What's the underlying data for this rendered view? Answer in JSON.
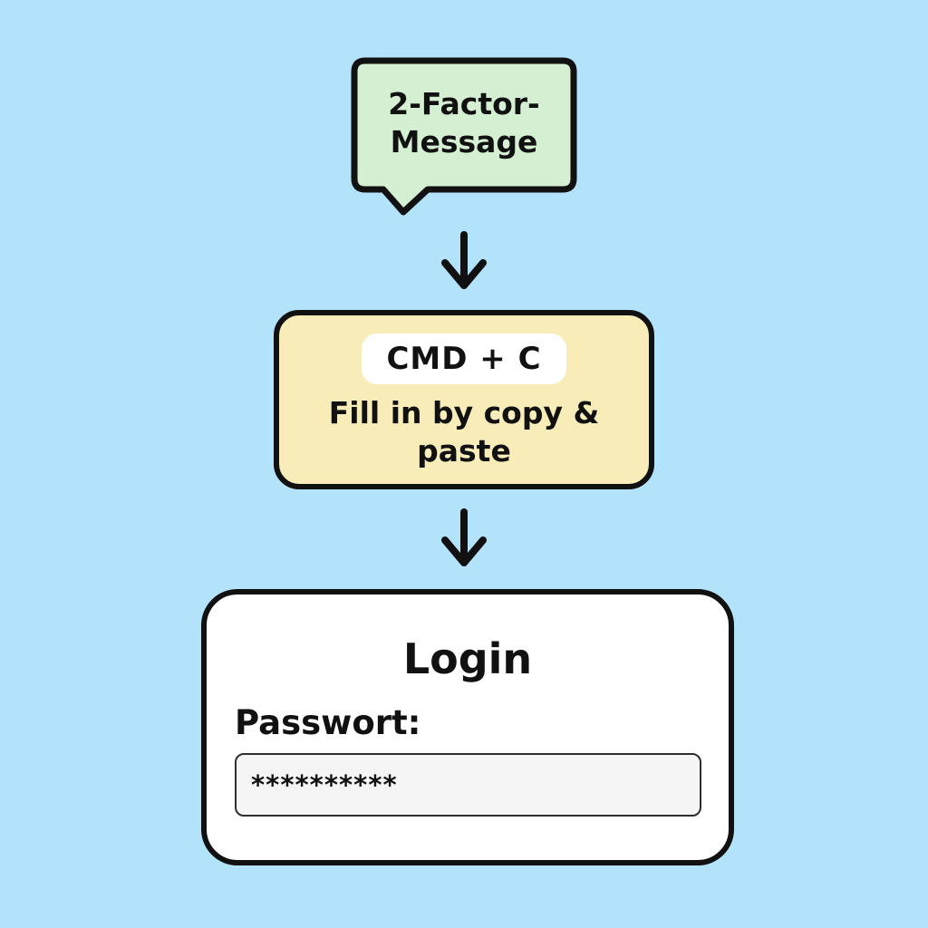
{
  "colors": {
    "background": "#b3e2fb",
    "bubble_fill": "#d5efd3",
    "step_fill": "#f8ecb9",
    "pill_fill": "#ffffff",
    "outline": "#111111",
    "input_fill": "#f5f5f5"
  },
  "bubble": {
    "lines": [
      "2-Factor-",
      "Message"
    ]
  },
  "step": {
    "shortcut": "CMD + C",
    "description": "Fill in by copy & paste"
  },
  "login": {
    "title": "Login",
    "password_label": "Passwort:",
    "password_value": "**********"
  },
  "icons": {
    "arrow_between_bubble_and_step": "down-arrow",
    "arrow_between_step_and_login": "down-arrow"
  }
}
